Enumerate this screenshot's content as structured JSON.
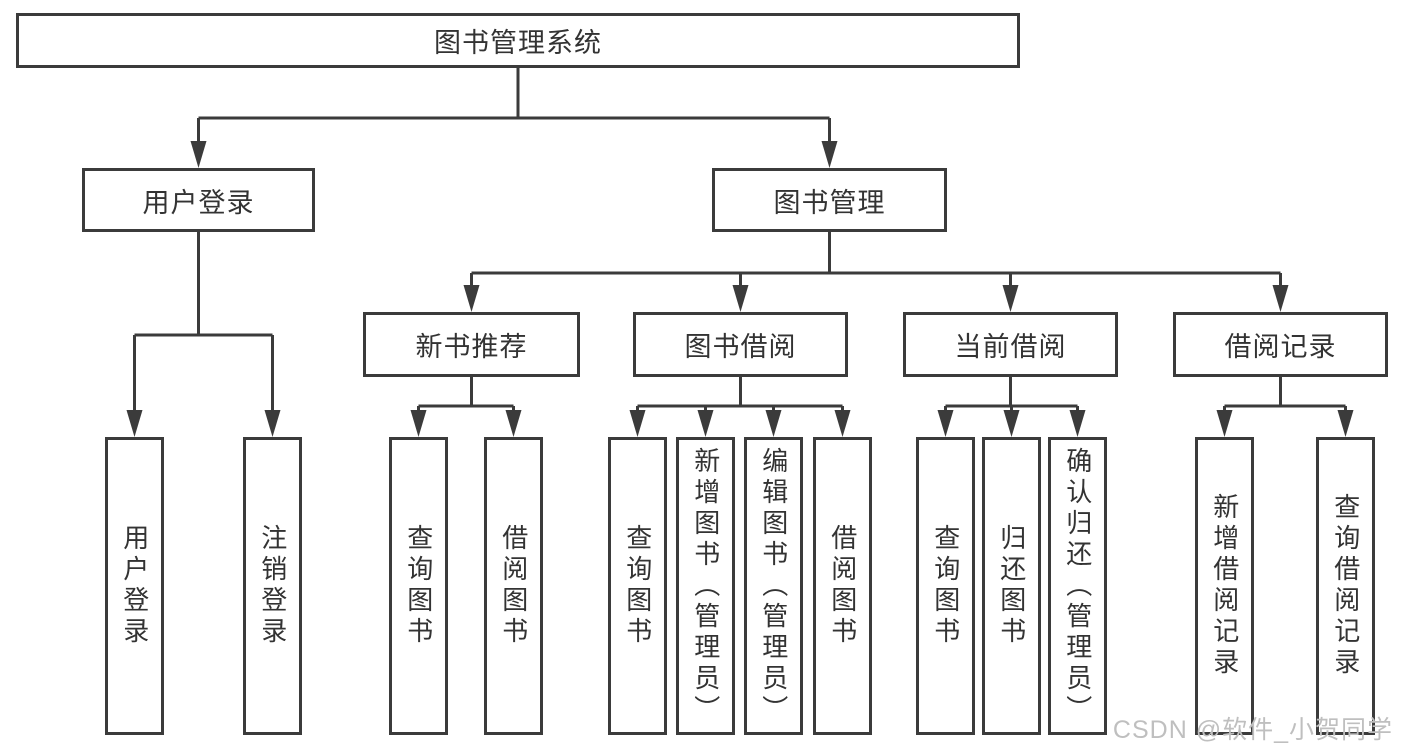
{
  "diagram": {
    "type": "hierarchy-tree",
    "root": {
      "label": "图书管理系统",
      "children": [
        {
          "label": "用户登录",
          "children": [
            {
              "label": "用户登录"
            },
            {
              "label": "注销登录"
            }
          ]
        },
        {
          "label": "图书管理",
          "children": [
            {
              "label": "新书推荐",
              "children": [
                {
                  "label": "查询图书"
                },
                {
                  "label": "借阅图书"
                }
              ]
            },
            {
              "label": "图书借阅",
              "children": [
                {
                  "label": "查询图书"
                },
                {
                  "label": "新增图书（管理员）"
                },
                {
                  "label": "编辑图书（管理员）"
                },
                {
                  "label": "借阅图书"
                }
              ]
            },
            {
              "label": "当前借阅",
              "children": [
                {
                  "label": "查询图书"
                },
                {
                  "label": "归还图书"
                },
                {
                  "label": "确认归还（管理员）"
                }
              ]
            },
            {
              "label": "借阅记录",
              "children": [
                {
                  "label": "新增借阅记录"
                },
                {
                  "label": "查询借阅记录"
                }
              ]
            }
          ]
        }
      ]
    }
  },
  "watermark": {
    "text": "CSDN @软件_小贺同学"
  },
  "colors": {
    "line": "#3b3b3b",
    "text": "#333333",
    "background": "#ffffff",
    "watermark": "#bfbfbf"
  }
}
